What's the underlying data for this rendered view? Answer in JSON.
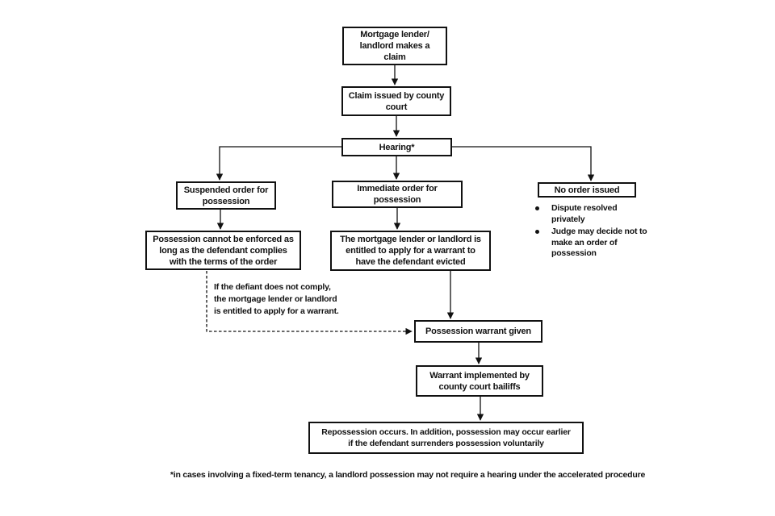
{
  "nodes": {
    "mortgage_claim": "Mortgage lender/\nlandlord makes a\nclaim",
    "claim_issued": "Claim issued by county\ncourt",
    "hearing": "Hearing*",
    "suspended_order": "Suspended order for\npossession",
    "immediate_order": "Immediate order for\npossession",
    "no_order": "No order issued",
    "possession_not_enforced": "Possession cannot be enforced as\nlong as the defendant complies\nwith the terms of the order",
    "warrant_entitled": "The mortgage lender or landlord is\nentitled to apply for a warrant to\nhave the defendant evicted",
    "warrant_given": "Possession warrant given",
    "warrant_implemented": "Warrant implemented by\ncounty court bailiffs",
    "repossession": "Repossession occurs. In addition, possession may occur earlier\nif the defendant surrenders possession voluntarily"
  },
  "no_order_details": {
    "bullets": [
      "Dispute resolved\nprivately",
      "Judge may decide not to\nmake an order of\npossession"
    ]
  },
  "notes": {
    "non_compliance": "If the defiant does not comply,\nthe mortgage lender or landlord\nis entitled to apply for a warrant.",
    "footnote": "*in cases involving a fixed-term tenancy, a landlord possession may not require a hearing under the accelerated procedure"
  },
  "colors": {
    "line": "#111111",
    "box_border": "#111111",
    "background": "#ffffff",
    "text": "#111111"
  }
}
